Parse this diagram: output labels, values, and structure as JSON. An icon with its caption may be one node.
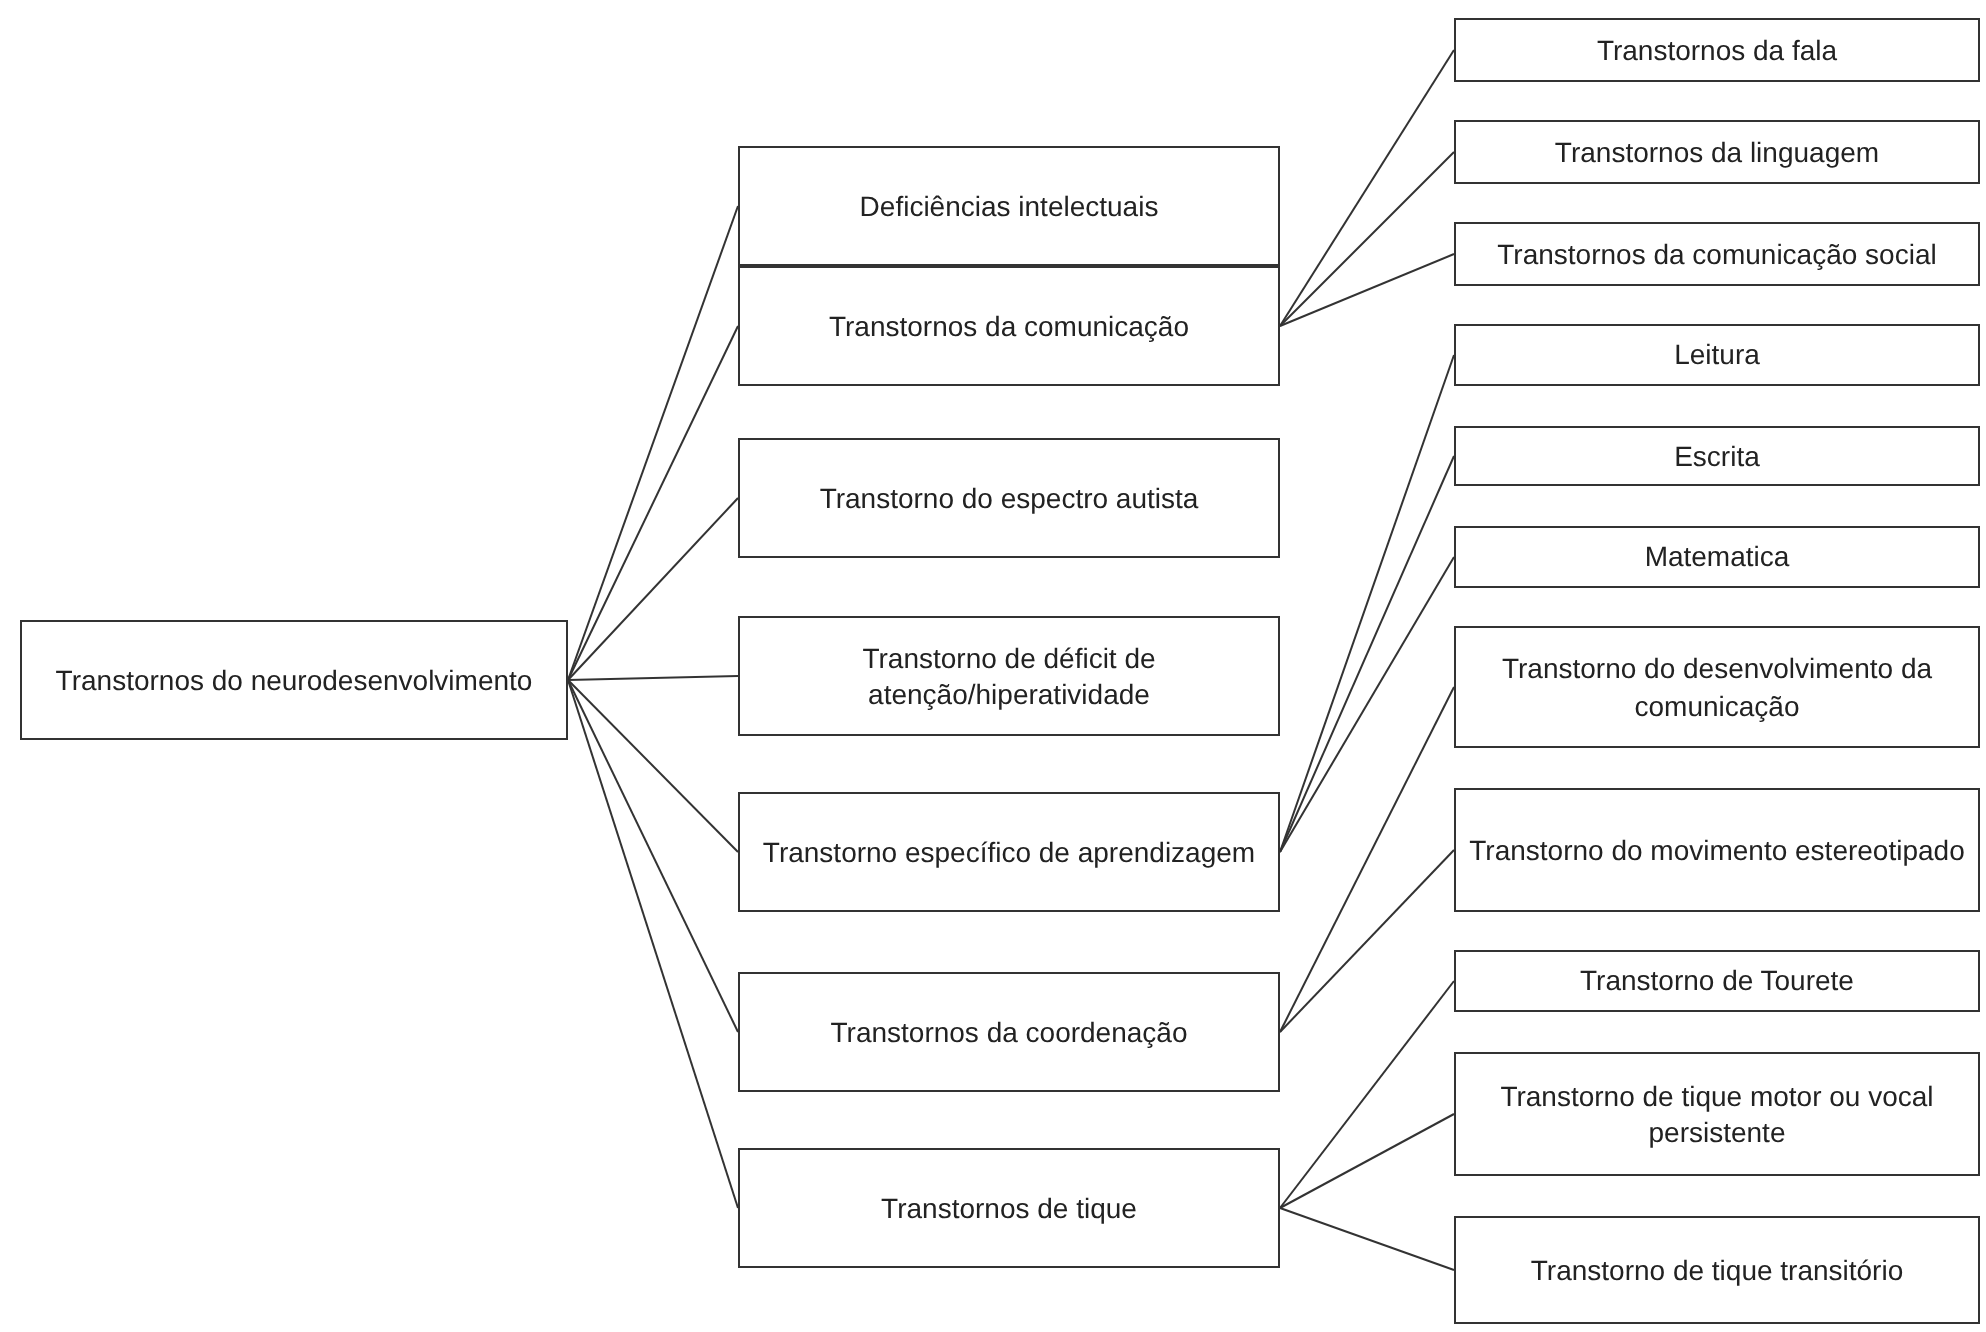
{
  "diagram": {
    "nodes": [
      {
        "text": [
          "Transtornos do neurodesenvolvimento"
        ]
      },
      {
        "text": [
          "Deficiências intelectuais"
        ]
      },
      {
        "text": [
          "Transtornos da comunicação"
        ]
      },
      {
        "text": [
          "Transtornos da fala"
        ]
      },
      {
        "text": [
          "Transtornos da linguagem"
        ]
      },
      {
        "text": [
          "Transtornos da comunicação social"
        ]
      },
      {
        "text": [
          "Transtorno do espectro autista"
        ]
      },
      {
        "text": [
          "Transtorno de déficit de atenção/hiperatividade"
        ]
      },
      {
        "text": [
          "Transtorno específico de aprendizagem"
        ]
      },
      {
        "text": [
          "Leitura"
        ]
      },
      {
        "text": [
          "Escrita"
        ]
      },
      {
        "text": [
          "Matematica"
        ]
      },
      {
        "text": [
          "Transtornos da coordenação"
        ]
      },
      {
        "text": [
          "Transtorno do desenvolvimento da comunicação"
        ]
      },
      {
        "text": [
          "Transtorno do movimento estereotipado"
        ]
      },
      {
        "text": [
          "Transtornos de tique"
        ]
      },
      {
        "text": [
          "Transtorno de Tourete"
        ]
      },
      {
        "text": [
          "Transtorno de tique motor ou vocal persistente"
        ]
      },
      {
        "text": [
          "Transtorno de tique transitório"
        ]
      }
    ],
    "edges": [
      {
        "from": 0,
        "to": 1,
        "arrow": "none"
      },
      {
        "from": 0,
        "to": 2,
        "arrow": "none"
      },
      {
        "from": 0,
        "to": 6,
        "arrow": "none"
      },
      {
        "from": 0,
        "to": 7,
        "arrow": "none"
      },
      {
        "from": 0,
        "to": 8,
        "arrow": "none"
      },
      {
        "from": 0,
        "to": 12,
        "arrow": "none"
      },
      {
        "from": 0,
        "to": 15,
        "arrow": "none"
      },
      {
        "from": 2,
        "to": 3,
        "arrow": "none"
      },
      {
        "from": 2,
        "to": 4,
        "arrow": "none"
      },
      {
        "from": 2,
        "to": 5,
        "arrow": "none"
      },
      {
        "from": 8,
        "to": 9,
        "arrow": "none"
      },
      {
        "from": 8,
        "to": 10,
        "arrow": "none"
      },
      {
        "from": 8,
        "to": 11,
        "arrow": "none"
      },
      {
        "from": 12,
        "to": 13,
        "arrow": "none"
      },
      {
        "from": 12,
        "to": 14,
        "arrow": "none"
      },
      {
        "from": 15,
        "to": 16,
        "arrow": "none"
      },
      {
        "from": 15,
        "to": 17,
        "arrow": "none"
      },
      {
        "from": 15,
        "to": 18,
        "arrow": "none"
      }
    ]
  }
}
